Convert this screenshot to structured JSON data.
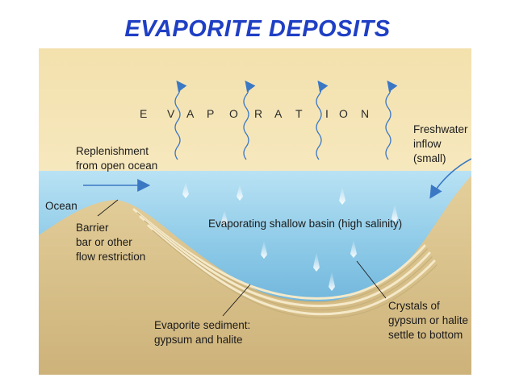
{
  "title": "EVAPORITE DEPOSITS",
  "diagram": {
    "evaporation_letters": [
      "E",
      "V",
      "A",
      "P",
      "O",
      "R",
      "A",
      "T",
      "I",
      "O",
      "N"
    ],
    "labels": {
      "replenishment": [
        "Replenishment",
        "from open ocean"
      ],
      "freshwater": [
        "Freshwater",
        "inflow",
        "(small)"
      ],
      "ocean": "Ocean",
      "barrier": [
        "Barrier",
        "bar or other",
        "flow restriction"
      ],
      "basin": "Evaporating shallow basin (high salinity)",
      "sediment": [
        "Evaporite sediment:",
        "gypsum and halite"
      ],
      "crystals": [
        "Crystals of",
        "gypsum or halite",
        "settle to bottom"
      ]
    },
    "colors": {
      "sky": "#f6e9bf",
      "water": "#7ec3e3",
      "land": "#d9c28e",
      "title": "#1f3fc4",
      "arrow": "#3b78c4"
    }
  }
}
